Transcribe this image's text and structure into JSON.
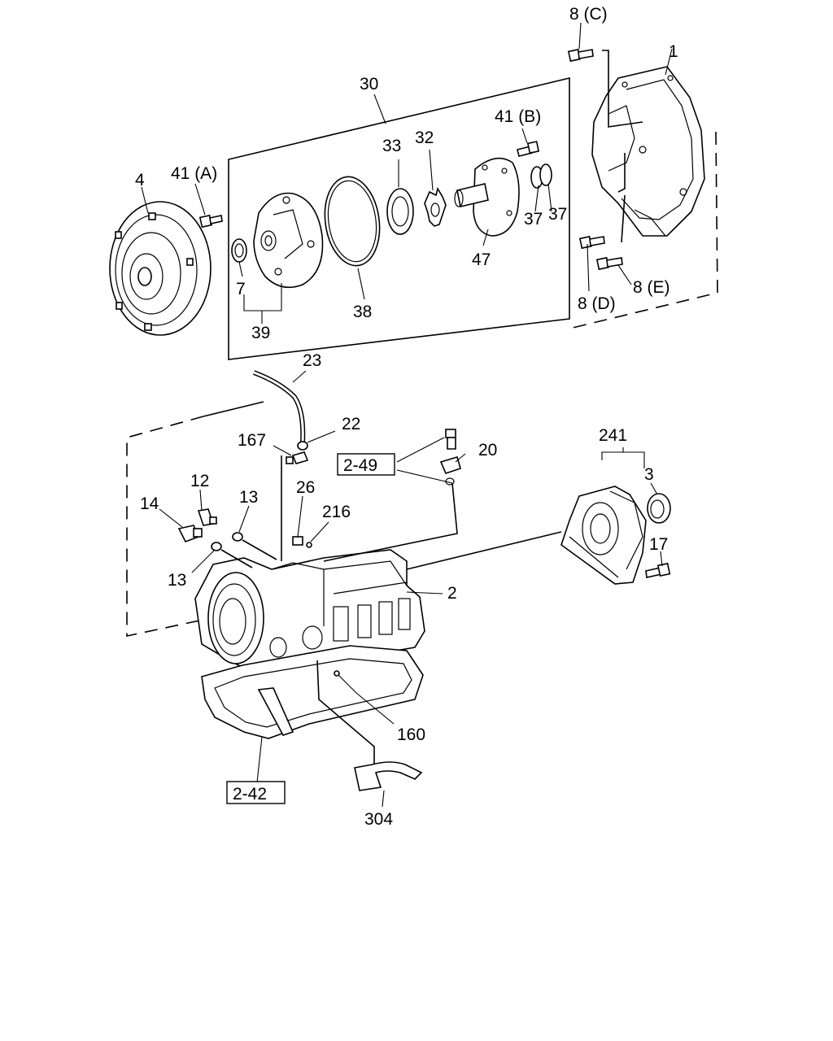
{
  "labels": {
    "l_8c": "8 (C)",
    "l_1": "1",
    "l_30": "30",
    "l_41b": "41 (B)",
    "l_33": "33",
    "l_32": "32",
    "l_4": "4",
    "l_41a": "41 (A)",
    "l_37a": "37",
    "l_37b": "37",
    "l_7": "7",
    "l_47": "47",
    "l_38": "38",
    "l_39": "39",
    "l_8e": "8 (E)",
    "l_8d": "8 (D)",
    "l_23": "23",
    "l_22": "22",
    "l_167": "167",
    "l_249": "2-49",
    "l_20": "20",
    "l_241": "241",
    "l_12": "12",
    "l_13a": "13",
    "l_26": "26",
    "l_216": "216",
    "l_3": "3",
    "l_14": "14",
    "l_17": "17",
    "l_13b": "13",
    "l_2": "2",
    "l_160": "160",
    "l_242": "2-42",
    "l_304": "304"
  }
}
